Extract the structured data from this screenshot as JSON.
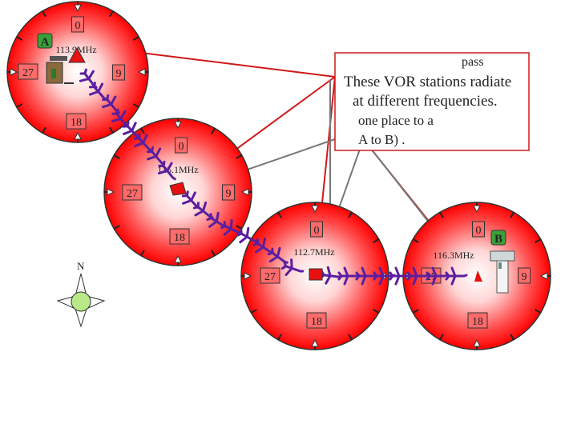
{
  "callout": {
    "line1": "These VOR stations radiate",
    "line2": "at different frequencies.",
    "hidden_fragment_top": "pass",
    "hidden_fragment_mid": "one place to a",
    "hidden_fragment_bottom": "A to B) ."
  },
  "stations": [
    {
      "id": "A",
      "letter": "A",
      "freq": "113.9MHz",
      "h0": "0",
      "h9": "9",
      "h18": "18",
      "h27": "27"
    },
    {
      "id": "S2",
      "letter": "",
      "freq": "115.1MHz",
      "h0": "0",
      "h9": "9",
      "h18": "18",
      "h27": "27"
    },
    {
      "id": "S3",
      "letter": "",
      "freq": "112.7MHz",
      "h0": "0",
      "h9": "",
      "h18": "18",
      "h27": "27"
    },
    {
      "id": "B",
      "letter": "B",
      "freq": "116.3MHz",
      "h0": "0",
      "h9": "9",
      "h18": "18",
      "h27": "27"
    }
  ],
  "compass": {
    "north": "N"
  },
  "colors": {
    "disc": "#ff1a1a",
    "plane": "#5a1fa0",
    "line_red": "#d01818",
    "line_gray": "#777777"
  }
}
